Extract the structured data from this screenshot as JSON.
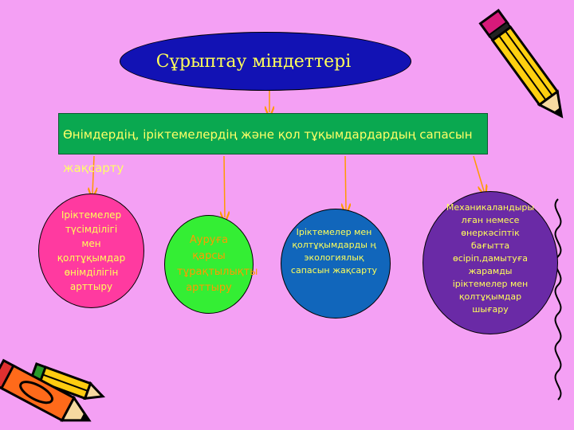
{
  "title": "Сұрыптау міндеттері",
  "main_task": "Өнімдердің, іріктемелердің және қол тұқымдардардың сапасын жақсарту",
  "subtasks": [
    "Іріктемелер түсімділігі мен қолтұқымдар өнімділігін арттыру",
    "Ауруға қарсы тұрақтылықты арттыру",
    "Іріктемелер мен қолтұқымдарды ң экологиялық сапасын жақсарту",
    "Механикаландыры лған немесе өнеркәсіптік бағытта өсіріп,дамытуға жарамды іріктемелер мен қолтұқымдар шығару"
  ],
  "colors": {
    "background": "#f4a0f4",
    "title_fill": "#1212b4",
    "main_box_fill": "#0aa850",
    "text": "#ffff5a",
    "connector": "#ff9900",
    "subtask_fills": [
      "#ff3aa0",
      "#34ee34",
      "#1166bb",
      "#6a2aa6"
    ]
  },
  "decorations": [
    "pencil-clipart-icon",
    "pencils-clipart-icon"
  ]
}
